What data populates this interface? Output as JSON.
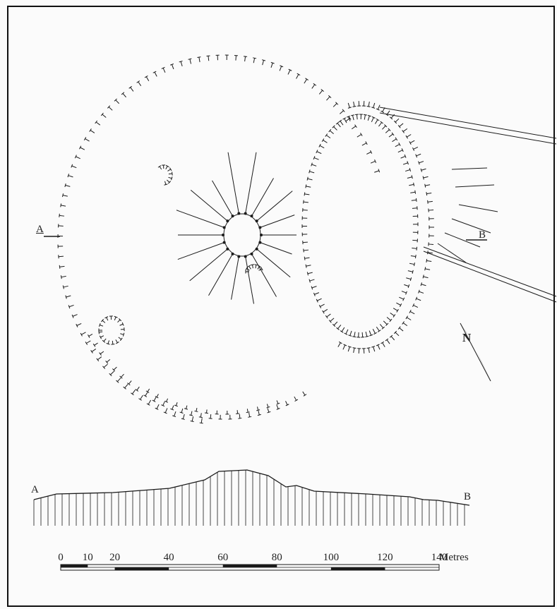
{
  "plan": {
    "section_start_label": "A",
    "section_end_label": "B",
    "north_label": "N"
  },
  "profile": {
    "start_label": "A",
    "end_label": "B"
  },
  "scale": {
    "ticks": [
      "0",
      "10",
      "20",
      "40",
      "60",
      "80",
      "100",
      "120",
      "140"
    ],
    "unit": "Metres"
  },
  "colors": {
    "ink": "#1a1a1a",
    "paper": "#fbfbfb",
    "border": "#111111"
  }
}
